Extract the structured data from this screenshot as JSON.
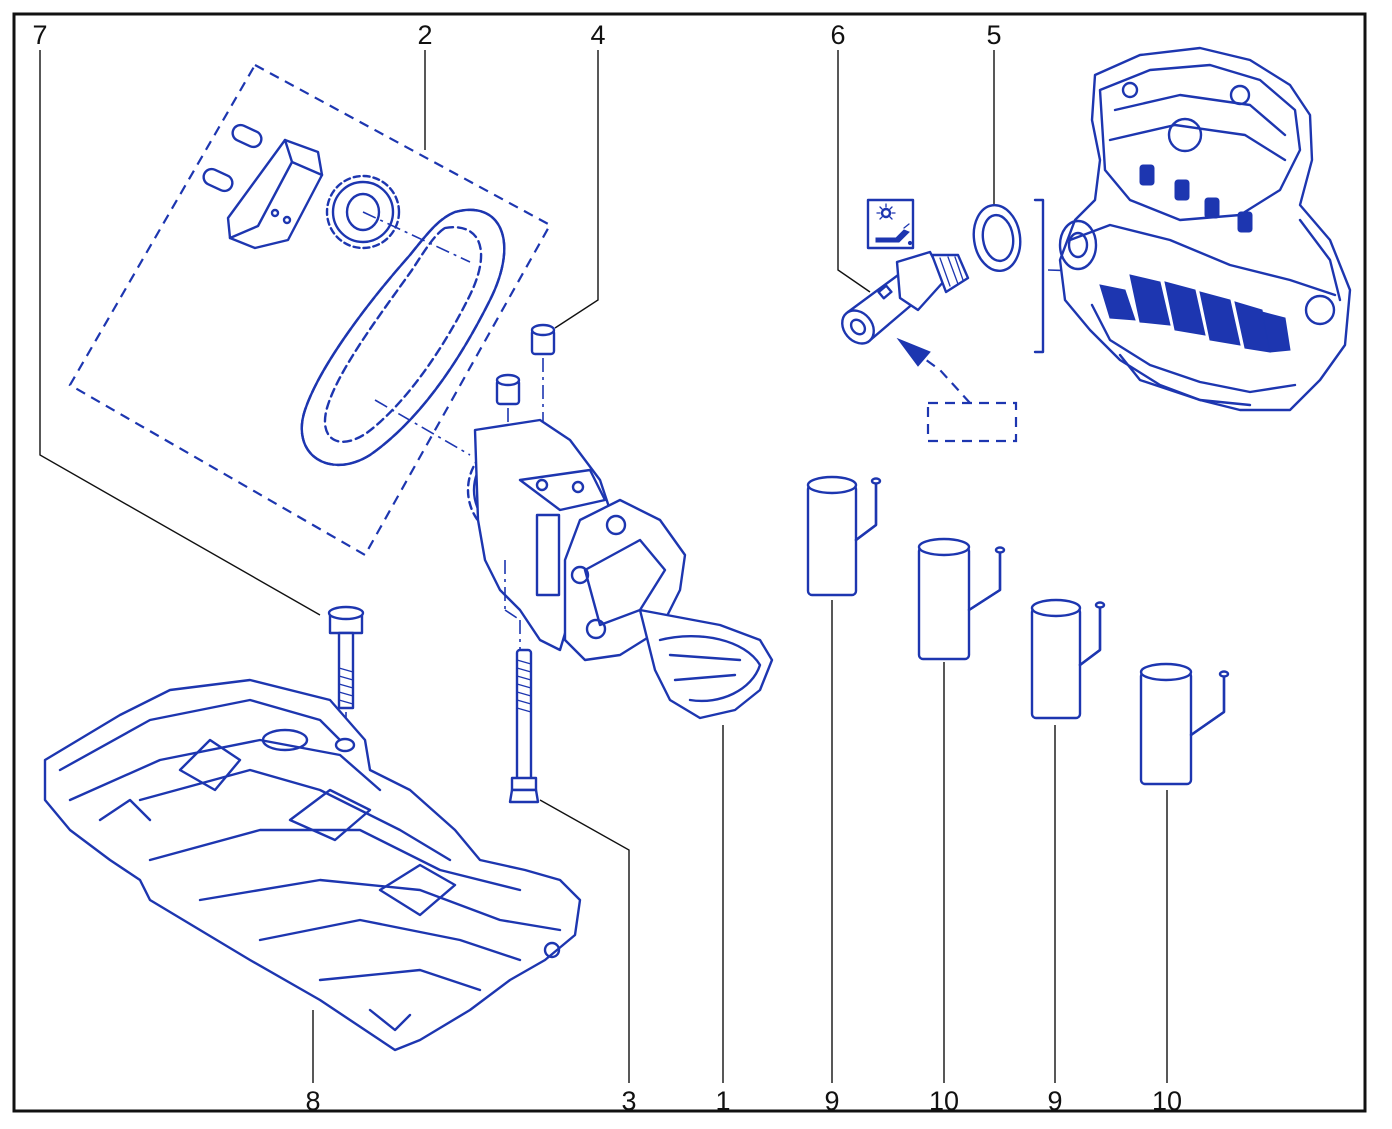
{
  "colors": {
    "ink": "#1d36b0",
    "frame": "#111111",
    "background": "#ffffff"
  },
  "callouts": {
    "c7": "7",
    "c2": "2",
    "c4": "4",
    "c6": "6",
    "c5": "5",
    "c8": "8",
    "c3": "3",
    "c1": "1",
    "c9a": "9",
    "c10a": "10",
    "c9b": "9",
    "c10b": "10"
  },
  "icons": {
    "oil_pressure_warning": "oil-pressure-warning-icon"
  }
}
